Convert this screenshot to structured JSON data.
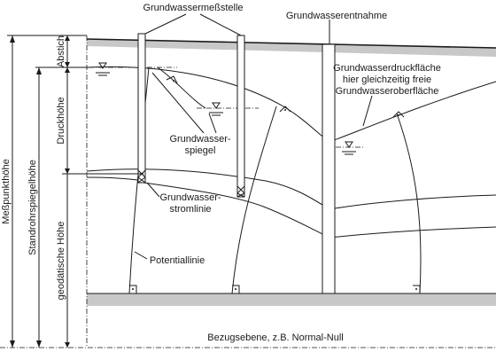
{
  "labels": {
    "gw_messstelle": "Grundwassermeßstelle",
    "gw_entnahme": "Grundwasserentnahme",
    "abstich": "Abstich",
    "druckhoehe": "Druckhöhe",
    "messpunkthoehe": "Meßpunkthöhe",
    "standrohrspiegelhoehe": "Standrohrspiegelhöhe",
    "geodaetische_hoehe": "geodätische Höhe",
    "druckflaeche_1": "Grundwasserdruckfläche",
    "druckflaeche_2": "hier gleichzeitig freie",
    "druckflaeche_3": "Grundwasseroberfläche",
    "spiegel_1": "Grundwasser-",
    "spiegel_2": "spiegel",
    "stromlinie_1": "Grundwasser-",
    "stromlinie_2": "stromlinie",
    "potentiallinie": "Potentiallinie",
    "bezugsebene": "Bezugsebene, z.B. Normal-Null"
  },
  "colors": {
    "ink": "#1a1a1a",
    "ground_band": "#c8c8c8",
    "background": "#ffffff"
  }
}
